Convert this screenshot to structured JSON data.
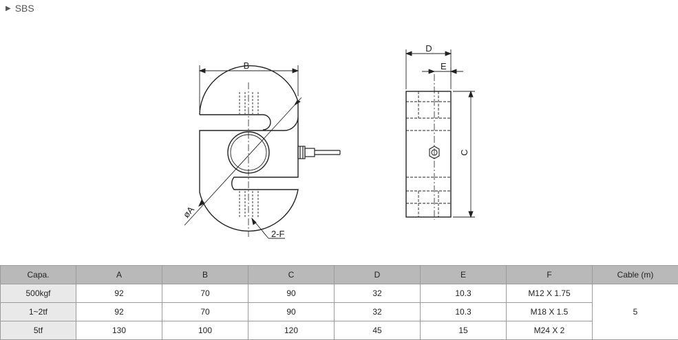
{
  "header": {
    "title": "SBS"
  },
  "drawing": {
    "labels": {
      "b": "B",
      "a": "øA",
      "f": "2-F",
      "d": "D",
      "e": "E",
      "c": "C"
    }
  },
  "table": {
    "headers": [
      "Capa.",
      "A",
      "B",
      "C",
      "D",
      "E",
      "F",
      "Cable (m)"
    ],
    "rows": [
      [
        "500kgf",
        "92",
        "70",
        "90",
        "32",
        "10.3",
        "M12 X 1.75"
      ],
      [
        "1~2tf",
        "92",
        "70",
        "90",
        "32",
        "10.3",
        "M18 X 1.5"
      ],
      [
        "5tf",
        "130",
        "100",
        "120",
        "45",
        "15",
        "M24 X 2"
      ]
    ],
    "cable": "5"
  }
}
